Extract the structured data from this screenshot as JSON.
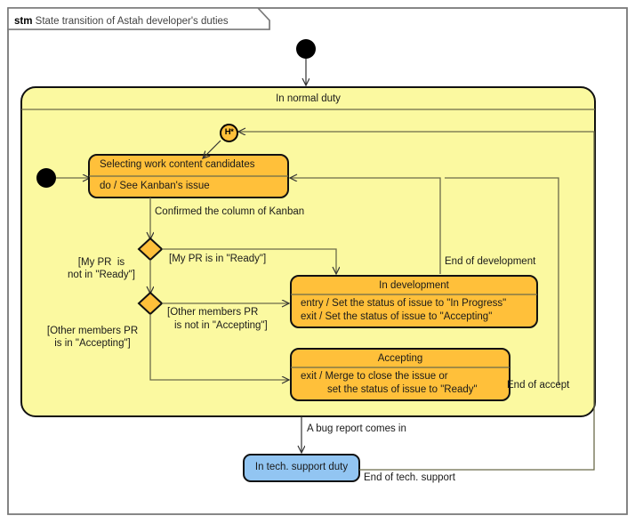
{
  "diagram": {
    "frame_kind": "stm",
    "frame_title": "State transition of Astah developer's duties",
    "type": "uml-state-machine"
  },
  "colors": {
    "frame_border": "#7a7a7a",
    "composite_fill": "#FBF9A0",
    "simple_state_fill": "#FFC03A",
    "tech_state_fill": "#92C5F2",
    "state_border": "#000000",
    "transition_line": "#6b6b4a",
    "initial_node": "#000000",
    "history_fill": "#FFC03A"
  },
  "states": {
    "normal_duty": {
      "name": "In normal duty",
      "kind": "composite"
    },
    "selecting": {
      "name": "Selecting work content candidates",
      "body": "do / See Kanban's issue"
    },
    "in_development": {
      "name": "In development",
      "body_line1": "entry / Set the status of issue to \"In Progress\"",
      "body_line2": "exit / Set the status of issue to \"Accepting\""
    },
    "accepting": {
      "name": "Accepting",
      "body_line1": "exit / Merge to close the issue or",
      "body_line2": "set the status of issue to \"Ready\""
    },
    "tech_support": {
      "name": "In tech. support duty"
    },
    "history": {
      "glyph": "H*",
      "kind": "deep-history"
    }
  },
  "transitions": {
    "confirmed_column": "Confirmed the column of Kanban",
    "pr_ready": "[My PR is in \"Ready\"]",
    "pr_not_ready_l1": "[My PR  is",
    "pr_not_ready_l2": "not in \"Ready\"]",
    "other_not_accepting_l1": "[Other members PR",
    "other_not_accepting_l2": "is not in \"Accepting\"]",
    "other_is_accepting_l1": "[Other members PR",
    "other_is_accepting_l2": "is in \"Accepting\"]",
    "end_of_development": "End of development",
    "end_of_accept": "End of accept",
    "bug_report": "A bug report comes in",
    "end_of_tech_support": "End of tech. support"
  }
}
